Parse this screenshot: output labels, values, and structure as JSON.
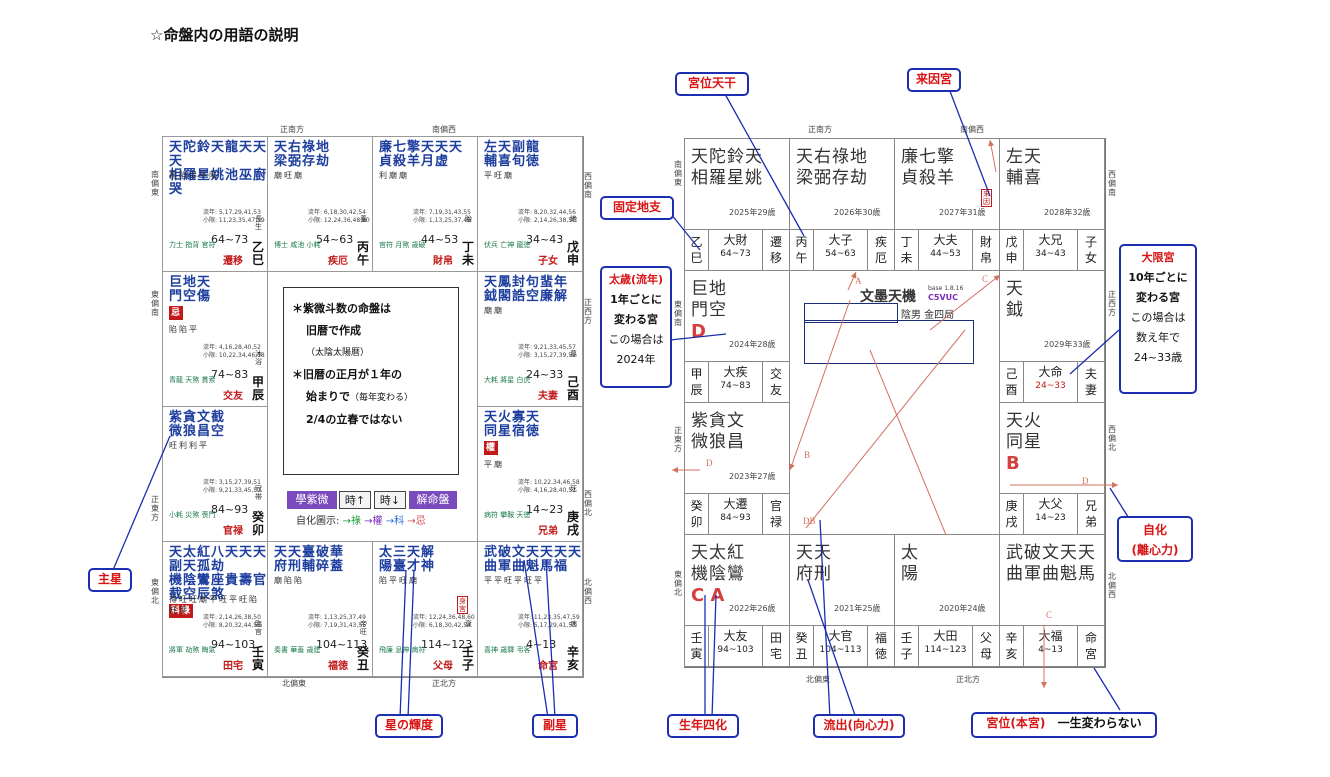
{
  "page_title": "☆命盤内の用語の説明",
  "left_chart": {
    "directions": {
      "top_left": "正南方",
      "top_right": "南偏西",
      "bottom_left": "北偏東",
      "bottom_right": "正北方",
      "left1": "南偏東",
      "left2": "東偏南",
      "left3": "正東方",
      "left4": "東偏北",
      "right1": "西偏南",
      "right2": "正西方",
      "right3": "西偏北",
      "right4": "北偏西"
    },
    "cells": [
      {
        "stars": "天陀鈴天龍天天天",
        "stars2": "相羅星姚池巫廚哭",
        "bright": "得陷得平陷",
        "liunian": "流年: 5,17,29,41,53",
        "xiaoxian": "小限: 11,23,35,47,59",
        "range": "64~73",
        "small": "力士 指背 官符",
        "palace": "遷移",
        "stem": "乙巳",
        "vlabel": "長生"
      },
      {
        "stars": "天右祿地",
        "stars2": "梁弼存劫",
        "bright": "廟旺廟",
        "liunian": "流年: 6,18,30,42,54",
        "xiaoxian": "小限: 12,24,36,48,60",
        "range": "54~63",
        "small": "博士 咸池 小耗",
        "palace": "疾厄",
        "stem": "丙午",
        "vlabel": "養"
      },
      {
        "stars": "廉七擎天天天",
        "stars2": "貞殺羊月虚",
        "bright": "利廟廟",
        "liunian": "流年: 7,19,31,43,55",
        "xiaoxian": "小限: 1,13,25,37,49",
        "range": "44~53",
        "small": "官符 月煞 歳破",
        "palace": "財帛",
        "stem": "丁未",
        "vlabel": "胎"
      },
      {
        "stars": "左天副龍",
        "stars2": "輔喜旬徳",
        "bright": "平旺廟",
        "liunian": "流年: 8,20,32,44,56",
        "xiaoxian": "小限: 2,14,26,38,50",
        "range": "34~43",
        "small": "伏兵 亡神 龍徳",
        "palace": "子女",
        "stem": "戊申",
        "vlabel": "絶"
      },
      {
        "stars": "巨地天",
        "stars2": "門空傷",
        "bright": "陷陷平",
        "liunian": "流年: 4,16,28,40,52",
        "xiaoxian": "小限: 10,22,34,46,58",
        "range": "74~83",
        "small": "青龍 天煞 貫索",
        "palace": "交友",
        "stem": "甲辰",
        "vlabel": "沐浴",
        "hua": "忌"
      },
      {
        "stars": "天鳳封句蜚年",
        "stars2": "鉞閣誥空廉解",
        "bright": "廟廟",
        "liunian": "流年: 9,21,33,45,57",
        "xiaoxian": "小限: 3,15,27,39,51",
        "range": "24~33",
        "small": "大耗 將星 白虎",
        "palace": "夫妻",
        "stem": "己酉",
        "vlabel": "墓"
      },
      {
        "stars": "紫貪文截",
        "stars2": "微狼昌空",
        "bright": "旺利利平",
        "liunian": "流年: 3,15,27,39,51",
        "xiaoxian": "小限: 9,21,33,45,57",
        "range": "84~93",
        "small": "小耗 災煞 喪門",
        "palace": "官禄",
        "stem": "癸卯",
        "vlabel": "冠帯"
      },
      {
        "stars": "天火寡天",
        "stars2": "同星宿徳",
        "bright": "平廟",
        "liunian": "流年: 10,22,34,46,58",
        "xiaoxian": "小限: 4,16,28,40,52",
        "range": "14~23",
        "small": "病符 攀鞍 天徳",
        "palace": "兄弟",
        "stem": "庚戌",
        "vlabel": "死",
        "hua": "權"
      },
      {
        "stars": "天太紅八天天天副天孤劫",
        "stars2": "機陰鸞座貴壽官截空辰煞",
        "bright": "得旺旺廟平旺平旺陷旺平",
        "liunian": "流年: 2,14,26,38,50",
        "xiaoxian": "小限: 8,20,32,44,56",
        "range": "94~103",
        "small": "將軍 劫煞 晦氣",
        "palace": "田宅",
        "stem": "壬寅",
        "vlabel": "臨官",
        "hua": "科祿"
      },
      {
        "stars": "天天臺破華",
        "stars2": "府刑輔碎蓋",
        "bright": "廟陷陷",
        "liunian": "流年: 1,13,25,37,49",
        "xiaoxian": "小限: 7,19,31,43,55",
        "range": "104~113",
        "small": "奏書 華蓋 歳建",
        "palace": "福徳",
        "stem": "癸丑",
        "vlabel": "帝旺"
      },
      {
        "stars": "太三天解",
        "stars2": "陽臺才神",
        "bright": "陷平旺廟",
        "liunian": "流年: 12,24,36,48,60",
        "xiaoxian": "小限: 6,18,30,42,54",
        "range": "114~123",
        "small": "飛廉 息神 病符",
        "palace": "父母",
        "stem": "壬子",
        "vlabel": "衰",
        "badge": "身宮"
      },
      {
        "stars": "武破文天天天天",
        "stars2": "曲軍曲魁馬福",
        "bright": "平平旺平旺平",
        "liunian": "流年: 11,23,35,47,59",
        "xiaoxian": "小限: 5,17,29,41,53",
        "range": "4~13",
        "small": "喜神 歳驛 弔客",
        "palace": "命宮",
        "stem": "辛亥",
        "vlabel": "病"
      }
    ],
    "explain": {
      "line1": "＊紫微斗数の命盤は",
      "line2": "旧暦で作成",
      "line3": "（太陰太陽暦）",
      "line4": "＊旧暦の正月が１年の",
      "line5a": "始まりで",
      "line5b": "（毎年変わる）",
      "line6": "2/4の立春ではない"
    },
    "buttons": {
      "gakushibi": "學紫微",
      "ji_up": "時↑",
      "ji_down": "時↓",
      "kaimeiban": "解命盤"
    },
    "jika": {
      "label": "自化圖示:",
      "rok": "→祿",
      "gon": "→權",
      "ka": "→科",
      "ki": "→忌"
    }
  },
  "right_chart": {
    "directions": {
      "top_left": "正南方",
      "top_right": "南偏西",
      "bottom_left": "北偏東",
      "bottom_right": "正北方",
      "left1": "南偏東",
      "left2": "東偏南",
      "left3": "正東方",
      "left4": "東偏北",
      "right1": "西偏南",
      "right2": "正西方",
      "right3": "西偏北",
      "right4": "北偏西"
    },
    "app_title": "文墨天機",
    "app_version": "base 1.8.16",
    "app_code": "C5VUC",
    "gender_line": "陰男 金四局",
    "cells": [
      {
        "stars": "天陀鈴天",
        "stars2": "相羅星姚",
        "year": "2025年29歳",
        "stem": "乙巳",
        "dai": "大財",
        "range": "64~73",
        "palace": "遷移"
      },
      {
        "stars": "天右祿地",
        "stars2": "梁弼存劫",
        "year": "2026年30歳",
        "stem": "丙午",
        "dai": "大子",
        "range": "54~63",
        "palace": "疾厄"
      },
      {
        "stars": "廉七擎",
        "stars2": "貞殺羊",
        "year": "2027年31歳",
        "stem": "丁未",
        "dai": "大夫",
        "range": "44~53",
        "palace": "財帛",
        "badge": "来因"
      },
      {
        "stars": "左天",
        "stars2": "輔喜",
        "year": "2028年32歳",
        "stem": "戊申",
        "dai": "大兄",
        "range": "34~43",
        "palace": "子女"
      },
      {
        "stars": "巨地",
        "stars2": "門空",
        "year": "2024年28歳",
        "stem": "甲辰",
        "dai": "大疾",
        "range": "74~83",
        "palace": "交友",
        "letter": "D"
      },
      {
        "stars": "天",
        "stars2": "鉞",
        "year": "2029年33歳",
        "stem": "己酉",
        "dai": "大命",
        "range": "24~33",
        "palace": "夫妻"
      },
      {
        "stars": "紫貪文",
        "stars2": "微狼昌",
        "year": "2023年27歳",
        "stem": "癸卯",
        "dai": "大遷",
        "range": "84~93",
        "palace": "官禄"
      },
      {
        "stars": "天火",
        "stars2": "同星",
        "year": "",
        "stem": "庚戌",
        "dai": "大父",
        "range": "14~23",
        "palace": "兄弟",
        "letter": "B"
      },
      {
        "stars": "天太紅",
        "stars2": "機陰鸞",
        "year": "2022年26歳",
        "stem": "壬寅",
        "dai": "大友",
        "range": "94~103",
        "palace": "田宅",
        "letter": "C A"
      },
      {
        "stars": "天天",
        "stars2": "府刑",
        "year": "2021年25歳",
        "stem": "癸丑",
        "dai": "大官",
        "range": "104~113",
        "palace": "福徳"
      },
      {
        "stars": "太",
        "stars2": "陽",
        "year": "2020年24歳",
        "stem": "壬子",
        "dai": "大田",
        "range": "114~123",
        "palace": "父母"
      },
      {
        "stars": "武破文天天",
        "stars2": "曲軍曲魁馬",
        "year": "",
        "stem": "辛亥",
        "dai": "大福",
        "range": "4~13",
        "palace": "命宮"
      }
    ],
    "arrow_letters": {
      "a": "A",
      "b": "B",
      "c": "C",
      "d": "D",
      "db": "DB"
    }
  },
  "callouts": {
    "kyuui_tenkan": "宮位天干",
    "raiin_kyu": "来因宮",
    "kotei_chishi": "固定地支",
    "taisai_head": "太歳(流年)",
    "taisai_l1": "1年ごとに",
    "taisai_l2": "変わる宮",
    "taisai_l3": "この場合は",
    "taisai_l4": "2024年",
    "daigen_head": "大限宮",
    "daigen_l1": "10年ごとに",
    "daigen_l2": "変わる宮",
    "daigen_l3": "この場合は",
    "daigen_l4": "数え年で",
    "daigen_l5": "24~33歳",
    "jika_head": "自化",
    "jika_sub": "(離心力)",
    "shusei": "主星",
    "hoshi_kido": "星の輝度",
    "fukusei": "副星",
    "seinen_shika": "生年四化",
    "ryushutsu": "流出(向心力)",
    "kyuui_honkyu": "宮位(本宮)",
    "isshou": "一生変わらない"
  },
  "colors": {
    "callout_border": "#1b2fb0",
    "callout_text": "#d81414",
    "star_blue": "#1e3f9e",
    "palace_red": "#c21a1a",
    "arrow_red": "#d47060"
  }
}
